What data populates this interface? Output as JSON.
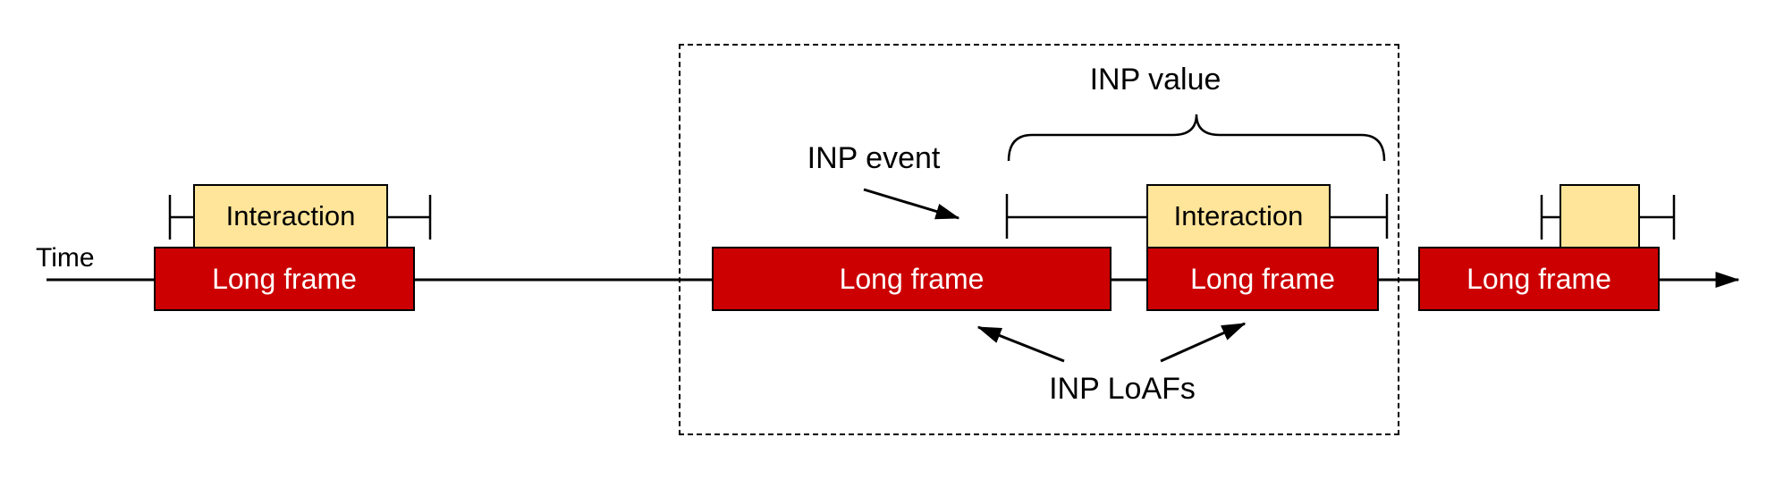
{
  "diagram": {
    "title_context": "INP and Long Animation Frames timeline diagram",
    "colors": {
      "long_frame_fill": "#cc0000",
      "interaction_fill": "#ffe599",
      "stroke": "#000000",
      "long_frame_text": "#ffffff",
      "background": "#ffffff"
    },
    "timeline": {
      "label": "Time"
    },
    "long_frames": [
      {
        "label": "Long frame"
      },
      {
        "label": "Long frame"
      },
      {
        "label": "Long frame"
      },
      {
        "label": "Long frame"
      }
    ],
    "interactions": [
      {
        "label": "Interaction"
      },
      {
        "label": "Interaction"
      },
      {
        "label": ""
      }
    ],
    "annotations": {
      "inp_event": "INP event",
      "inp_value": "INP value",
      "inp_loafs": "INP LoAFs"
    }
  }
}
